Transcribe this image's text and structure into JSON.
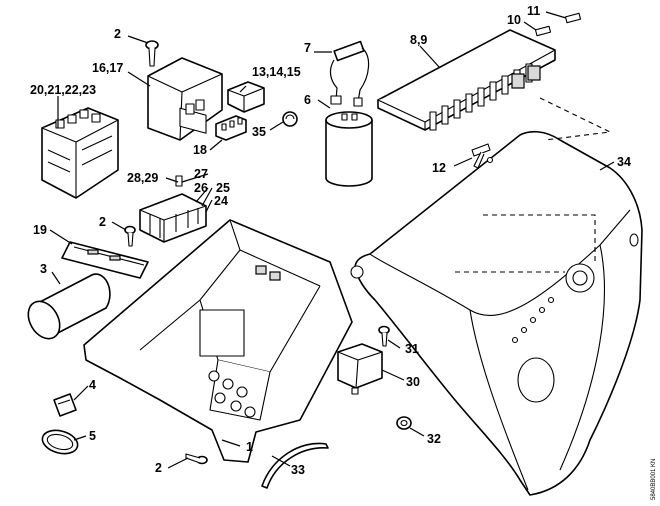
{
  "labels": {
    "l1": "1",
    "l2a": "2",
    "l2b": "2",
    "l2c": "2",
    "l3": "3",
    "l4": "4",
    "l5": "5",
    "l6": "6",
    "l7": "7",
    "l89": "8,9",
    "l10": "10",
    "l11": "11",
    "l12": "12",
    "l131415": "13,14,15",
    "l1617": "16,17",
    "l18": "18",
    "l19": "19",
    "l20to23": "20,21,22,23",
    "l24": "24",
    "l25": "25",
    "l26": "26",
    "l27": "27",
    "l2829": "28,29",
    "l30": "30",
    "l31": "31",
    "l32": "32",
    "l33": "33",
    "l34": "34",
    "l35": "35"
  },
  "side_code": "5840BB001 KN"
}
